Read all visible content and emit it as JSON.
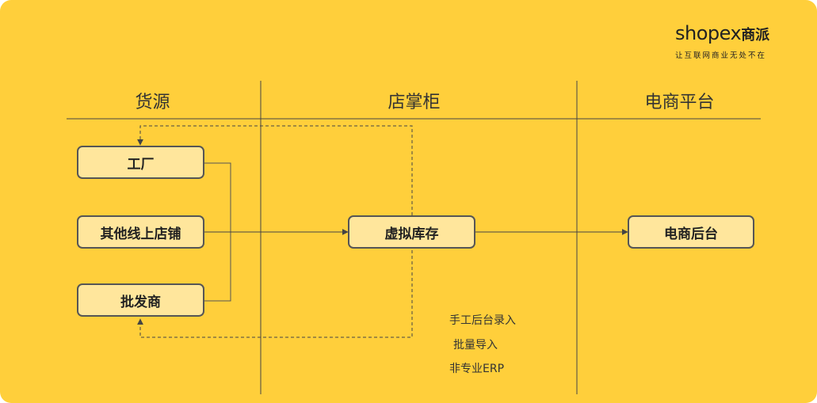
{
  "logo": {
    "brand_en": "shopex",
    "brand_cn": "商派",
    "tagline": "让互联网商业无处不在"
  },
  "columns": [
    {
      "label": "货源"
    },
    {
      "label": "店掌柜"
    },
    {
      "label": "电商平台"
    }
  ],
  "nodes": {
    "factory": "工厂",
    "other_online_store": "其他线上店铺",
    "wholesaler": "批发商",
    "virtual_inventory": "虚拟库存",
    "ecommerce_backend": "电商后台"
  },
  "notes": [
    "手工后台录入",
    "批量导入",
    "非专业ERP"
  ],
  "colors": {
    "background": "#FFCF3B",
    "node_fill": "#FFE69C",
    "node_border": "#555555",
    "line": "#444444"
  }
}
